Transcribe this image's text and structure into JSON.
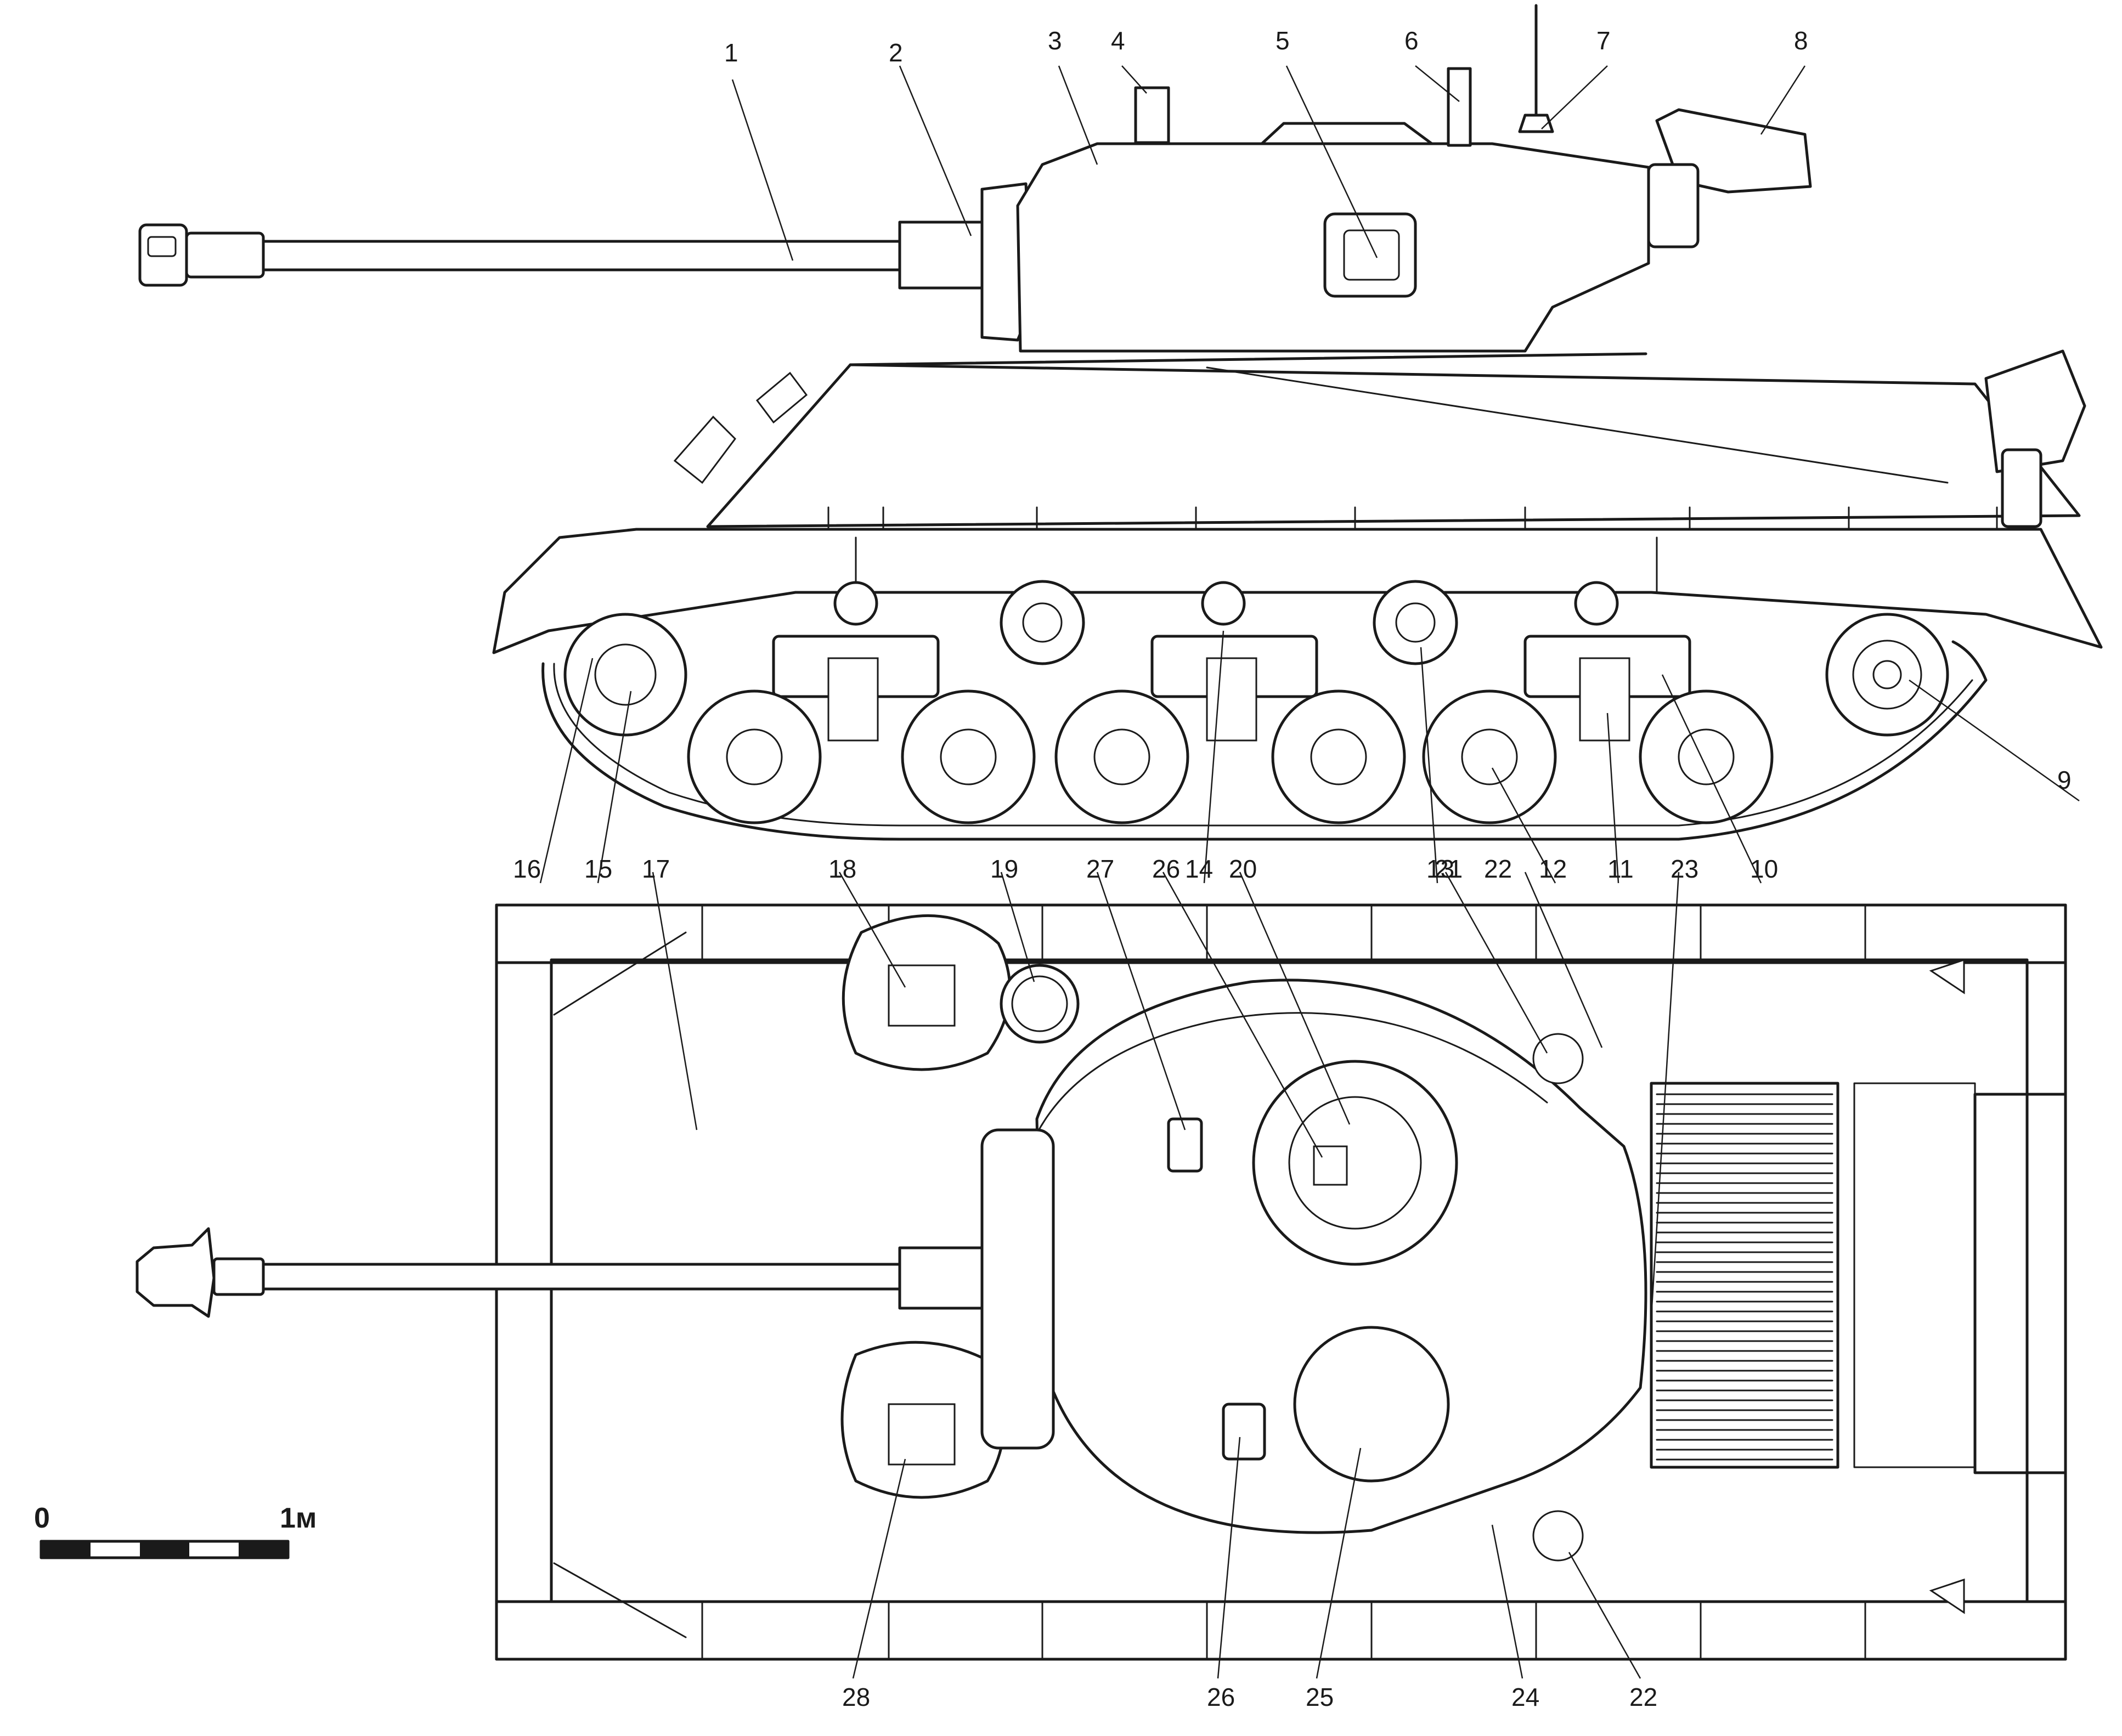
{
  "callouts": [
    "1",
    "2",
    "3",
    "4",
    "5",
    "6",
    "7",
    "8",
    "9",
    "10",
    "11",
    "12",
    "13",
    "14",
    "15",
    "16",
    "17",
    "18",
    "19",
    "27",
    "26",
    "14",
    "20",
    "21",
    "22",
    "12",
    "11",
    "23",
    "10",
    "28",
    "26",
    "25",
    "24",
    "22"
  ],
  "scale_bar": {
    "start_label": "0",
    "end_label": "1м"
  },
  "colors": {
    "line": "#1a1a1a",
    "paper": "#ffffff"
  }
}
